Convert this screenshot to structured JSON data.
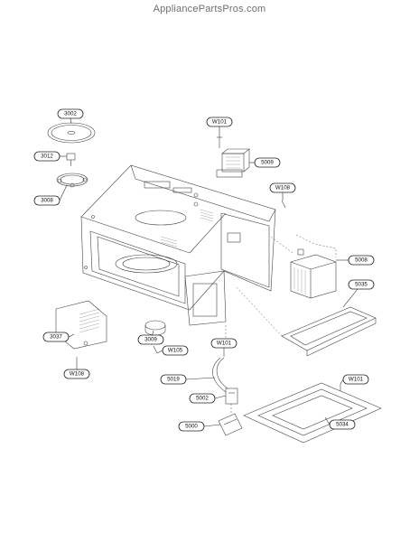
{
  "site": {
    "watermark": "AppliancePartsPros.com"
  },
  "callouts": [
    {
      "id": "3002",
      "text": "3002"
    },
    {
      "id": "3012",
      "text": "3012"
    },
    {
      "id": "3008",
      "text": "3008"
    },
    {
      "id": "w101-top",
      "text": "W101"
    },
    {
      "id": "5009",
      "text": "5009"
    },
    {
      "id": "w108-right",
      "text": "W108"
    },
    {
      "id": "5008",
      "text": "5008"
    },
    {
      "id": "5035",
      "text": "5035"
    },
    {
      "id": "3037",
      "text": "3037"
    },
    {
      "id": "3009",
      "text": "3009"
    },
    {
      "id": "w105",
      "text": "W105"
    },
    {
      "id": "w101-mid",
      "text": "W101"
    },
    {
      "id": "w108-left",
      "text": "W108"
    },
    {
      "id": "5019",
      "text": "5019"
    },
    {
      "id": "5002",
      "text": "5002"
    },
    {
      "id": "w101-right",
      "text": "W101"
    },
    {
      "id": "5000",
      "text": "5000"
    },
    {
      "id": "5034",
      "text": "5034"
    }
  ]
}
